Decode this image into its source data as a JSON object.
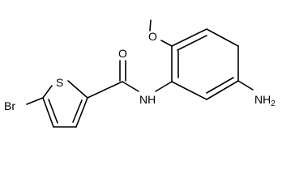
{
  "molecule": {
    "atoms": {
      "bromine": "Br",
      "sulfur": "S",
      "carbonyl_oxygen": "O",
      "amide_nitrogen": "NH",
      "methoxy_oxygen": "O",
      "amine": "NH",
      "amine_subscript": "2"
    }
  }
}
